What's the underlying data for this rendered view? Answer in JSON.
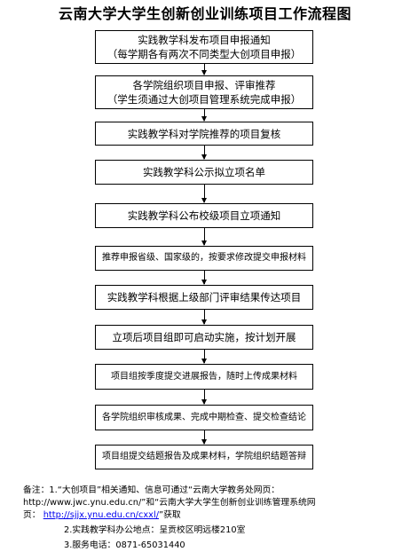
{
  "title": "云南大学大学生创新创业训练项目工作流程图",
  "steps": [
    {
      "lines": [
        "实践教学科发布项目申报通知",
        "（每学期各有两次不同类型大创项目申报）"
      ]
    },
    {
      "lines": [
        "各学院组织项目申报、评审推荐",
        "（学生须通过大创项目管理系统完成申报）"
      ]
    },
    {
      "lines": [
        "实践教学科对学院推荐的项目复核"
      ]
    },
    {
      "lines": [
        "实践教学科公示拟立项名单"
      ]
    },
    {
      "lines": [
        "实践教学科公布校级项目立项通知"
      ]
    },
    {
      "lines": [
        "推荐申报省级、国家级的，按要求修改提交申报材料"
      ]
    },
    {
      "lines": [
        "实践教学科根据上级部门评审结果传达项目"
      ]
    },
    {
      "lines": [
        "立项后项目组即可启动实施，按计划开展"
      ]
    },
    {
      "lines": [
        "项目组按季度提交进展报告，随时上传成果材料"
      ]
    },
    {
      "lines": [
        "各学院组织审核成果、完成中期检查、提交检查结论"
      ]
    },
    {
      "lines": [
        "项目组提交结题报告及成果材料，学院组织结题答辩"
      ]
    }
  ],
  "notes": {
    "label": "备注：",
    "item1_line1": "1.“大创项目”相关通知、信息可通过“云南大学教务处网页：",
    "item1_line2": "http://www.jwc.ynu.edu.cn/”和“云南大学大学生创新创业训练管理系统网",
    "item1_line3_prefix": "页：",
    "item1_link": "http://sjjx.ynu.edu.cn/cxxl/",
    "item1_line3_suffix": "”获取",
    "item2": "2.实践教学科办公地点：呈贡校区明远楼210室",
    "item3": "3.服务电话：0871-65031440"
  }
}
